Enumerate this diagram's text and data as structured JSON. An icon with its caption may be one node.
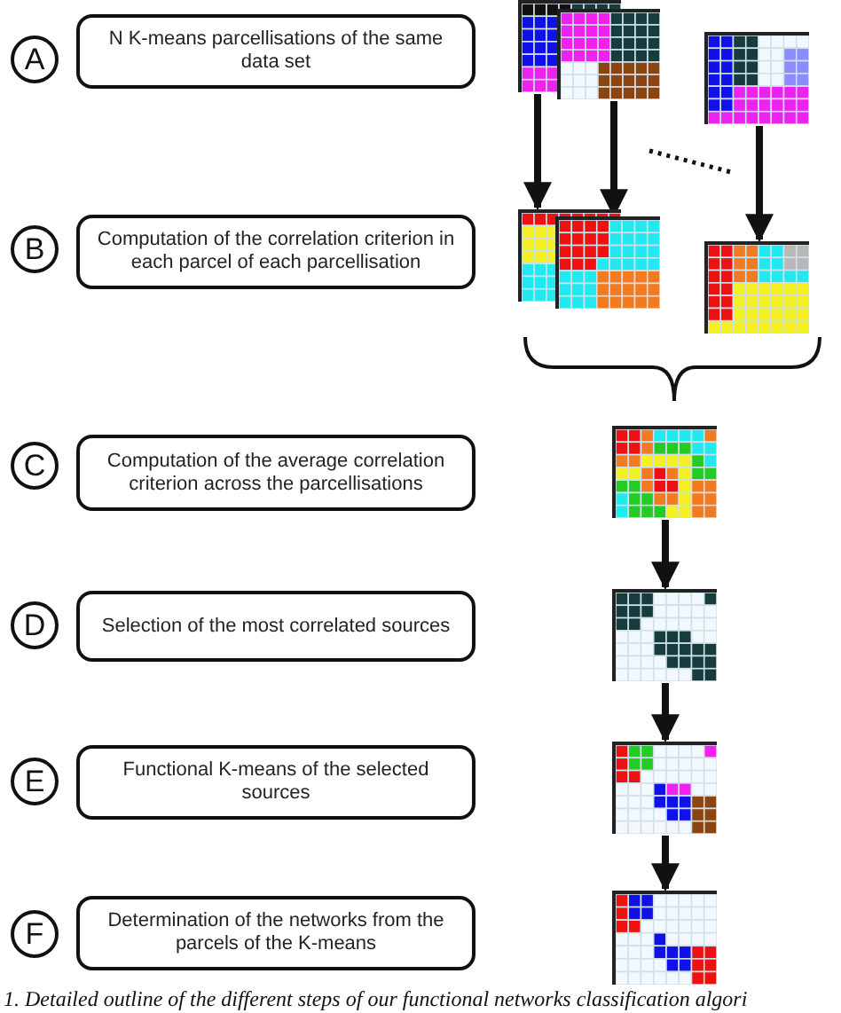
{
  "diagram": {
    "caption": "1. Detailed outline of the different steps of our functional networks classification algori",
    "nodes": [
      {
        "text": [
          "A"
        ]
      },
      {
        "text": [
          "N K-means parcellisations of the same data set"
        ]
      },
      {
        "text": [
          "B"
        ]
      },
      {
        "text": [
          "Computation of the correlation criterion in each parcel of each parcellisation"
        ]
      },
      {
        "text": [
          "C"
        ]
      },
      {
        "text": [
          "Computation of the average correlation criterion across the parcellisations"
        ]
      },
      {
        "text": [
          "D"
        ]
      },
      {
        "text": [
          "Selection of the most correlated sources"
        ]
      },
      {
        "text": [
          "E"
        ]
      },
      {
        "text": [
          "Functional K-means of the selected sources"
        ]
      },
      {
        "text": [
          "F"
        ]
      },
      {
        "text": [
          "Determination of the networks from the parcels of the K-means"
        ]
      },
      {
        "text": [],
        "shape": "picture"
      },
      {
        "text": [],
        "shape": "picture"
      },
      {
        "text": [],
        "shape": "picture"
      },
      {
        "text": [],
        "shape": "picture"
      },
      {
        "text": [],
        "shape": "picture"
      },
      {
        "text": [],
        "shape": "picture"
      },
      {
        "text": [],
        "shape": "picture"
      },
      {
        "text": [],
        "shape": "picture"
      },
      {
        "text": [],
        "shape": "picture"
      },
      {
        "text": [],
        "shape": "picture"
      }
    ],
    "edges": [
      {
        "from": 12,
        "to": 15,
        "arrow": "to"
      },
      {
        "from": 13,
        "to": 16,
        "arrow": "to"
      },
      {
        "from": 14,
        "to": 17,
        "arrow": "to"
      },
      {
        "from": 18,
        "to": 19,
        "arrow": "to"
      },
      {
        "from": 19,
        "to": 20,
        "arrow": "to"
      },
      {
        "from": 20,
        "to": 21,
        "arrow": "to"
      }
    ]
  }
}
